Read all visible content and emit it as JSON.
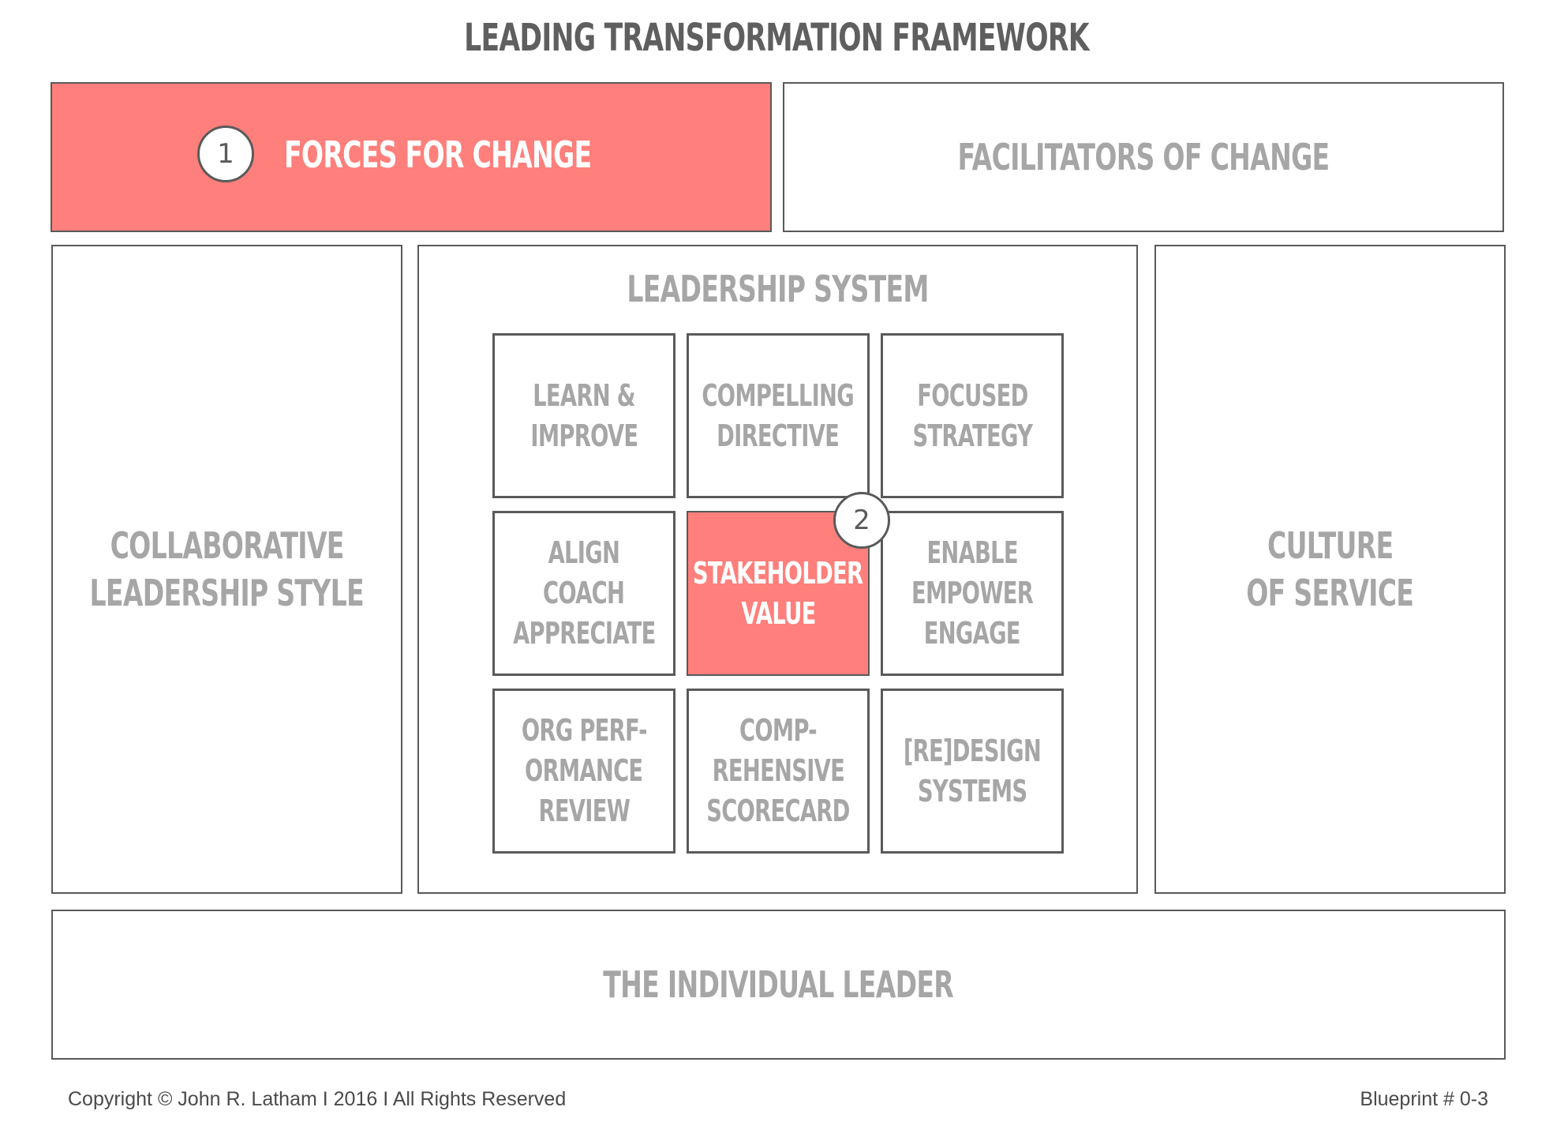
{
  "title": "LEADING TRANSFORMATION FRAMEWORK",
  "forces": {
    "number": "1",
    "label": "FORCES FOR CHANGE"
  },
  "facilitators": {
    "label": "FACILITATORS OF CHANGE"
  },
  "collaborative": {
    "line1": "COLLABORATIVE",
    "line2": "LEADERSHIP STYLE"
  },
  "culture": {
    "line1": "CULTURE",
    "line2": "OF SERVICE"
  },
  "leadership_system": {
    "label": "LEADERSHIP SYSTEM",
    "stakeholder_number": "2",
    "cells": [
      {
        "lines": [
          "LEARN &",
          "IMPROVE"
        ]
      },
      {
        "lines": [
          "COMPELLING",
          "DIRECTIVE"
        ]
      },
      {
        "lines": [
          "FOCUSED",
          "STRATEGY"
        ]
      },
      {
        "lines": [
          "ALIGN",
          "COACH",
          "APPRECIATE"
        ]
      },
      {
        "lines": [
          "STAKEHOLDER",
          "VALUE"
        ]
      },
      {
        "lines": [
          "ENABLE",
          "EMPOWER",
          "ENGAGE"
        ]
      },
      {
        "lines": [
          "ORG PERF-",
          "ORMANCE",
          "REVIEW"
        ]
      },
      {
        "lines": [
          "COMP-",
          "REHENSIVE",
          "SCORECARD"
        ]
      },
      {
        "lines": [
          "[RE]DESIGN",
          "SYSTEMS"
        ]
      }
    ]
  },
  "individual": {
    "label": "THE INDIVIDUAL LEADER"
  },
  "footer": {
    "copyright": "Copyright © John R. Latham  I  2016  I  All Rights Reserved",
    "blueprint": "Blueprint # 0-3"
  },
  "colors": {
    "highlight": "#fe7f7b",
    "border": "#5a5a5a",
    "muted_text": "#a6a6a6",
    "title_text": "#5f5f5f"
  }
}
